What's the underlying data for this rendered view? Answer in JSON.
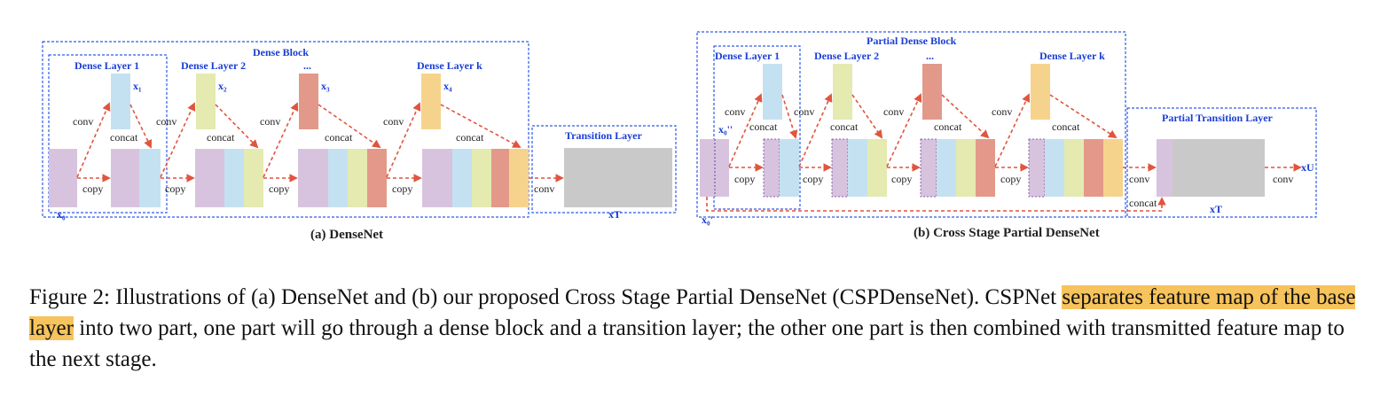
{
  "colors": {
    "purple": "#d8c3de",
    "blue": "#c4e1f2",
    "lime": "#e4eab0",
    "red": "#e3998a",
    "orange": "#f6d38c",
    "gray": "#c9c9c9",
    "dash_blue": "#2f5bea",
    "arrow_red": "#e0553e",
    "highlight": "#f6c35c"
  },
  "densenet": {
    "block_title": "Dense Block",
    "layer1": "Dense Layer 1",
    "layer2": "Dense Layer 2",
    "ellipsis": "...",
    "layerk": "Dense Layer k",
    "x1": "x₁",
    "x2": "x₂",
    "x3": "x₃",
    "x4": "x₄",
    "x0": "x₀",
    "xT": "xT",
    "conv": "conv",
    "concat": "concat",
    "copy": "copy",
    "transition": "Transition Layer",
    "subtitle": "(a) DenseNet"
  },
  "csp": {
    "block_title": "Partial Dense Block",
    "layer1": "Dense Layer 1",
    "layer2": "Dense Layer 2",
    "ellipsis": "...",
    "layerk": "Dense Layer k",
    "x0pp": "x₀''",
    "x0p": "x₀'",
    "xU": "xU",
    "xT": "xT",
    "conv": "conv",
    "concat": "concat",
    "copy": "copy",
    "transition": "Partial Transition Layer",
    "subtitle": "(b) Cross Stage Partial DenseNet"
  },
  "caption": {
    "part1": "Figure 2: Illustrations of (a) DenseNet and (b) our proposed Cross Stage Partial DenseNet (CSPDenseNet). CSPNet ",
    "highlight": "separates feature map of the base layer",
    "part2": " into two part, one part will go through a dense block and a transition layer; the other one part is then combined with transmitted feature map to the next stage."
  }
}
